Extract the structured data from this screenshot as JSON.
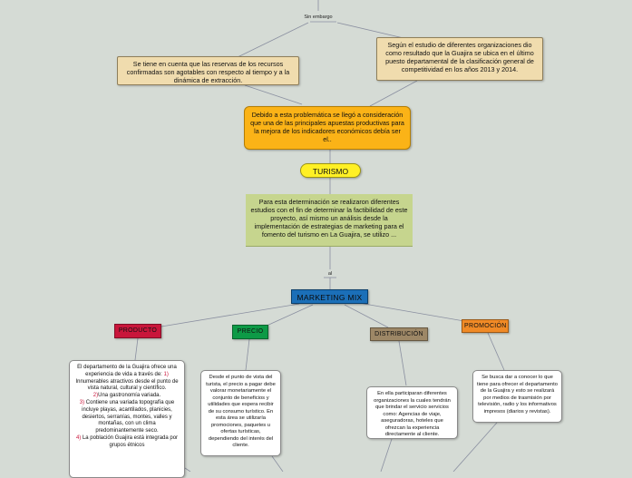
{
  "connector_label": "Sin embargo",
  "mix_connector_label": "al",
  "node_reserves": "Se tiene en cuenta que las reservas de los recursos confirmadas son agotables con respecto al tiempo y a la dinámica de extracción.",
  "node_study": "Según el estudio de diferentes organizaciones dio como resultado que la Guajira se ubica en el último puesto departamental de la clasificación general de competitividad en los años 2013 y 2014.",
  "node_problem": "Debido a esta problemática se llegó a consideración que una de las principales apuestas productivas para la mejora de los indicadores económicos debía ser el..",
  "node_tourism": "TURISMO",
  "node_determination": "Para esta determinación se realizaron diferentes estudios con el fin de determinar la factibilidad de este proyecto, así mismo un análisis desde la implementación de estrategias de marketing para el fomento del turismo en La Guajira, se utilizo ...",
  "node_mix": "MARKETING MIX",
  "categories": {
    "producto": "PRODUCTO",
    "precio": "PRECIO",
    "distribucion": "DISTRIBUCIÓN",
    "promocion": "PROMOCIÓN"
  },
  "producto_card": {
    "intro": "El departamento de la Guajira ofrece una experiencia de vida a través de:",
    "n1": "1)",
    "t1": "Innumerables atractivos desde el punto de vista natural, cultural y científico.",
    "n2": "2)",
    "t2": "Una gastronomía variada.",
    "n3": "3)",
    "t3": "Contiene una variada topografía que incluye playas, acantilados, planicies, desiertos, serranías, montes, valles y montañas, con un clima predominantemente seco.",
    "n4": "4)",
    "t4": "La población Guajira está integrada por grupos étnicos"
  },
  "precio_card": "Desde el punto de vista del turista, el precio a pagar debe valorar monetariamente el conjunto de beneficios y utilidades que espera recibir de su consumo turístico. En esta área se utilizaría promociones, paquetes u ofertas turísticas, dependiendo del interés del cliente.",
  "distribucion_card": "En ella participaran diferentes organizaciones la cuales tendrán que brindar el servicio servicios como: Agencias de viaje, aseguradoras, hoteles que ofrezcan la experiencia directamente al cliente.",
  "promocion_card": "Se busca dar a conocer lo que tiene para ofrecer el departamento de la Guajira y esto se realizará por medios de trasmisión por televisión, radio y los informativos impresos (diarios y revistas).",
  "colors": {
    "background": "#d5dbd5",
    "core": "#fbb317",
    "tourism": "#fff025",
    "determination": "#c6d58e",
    "mix": "#1b6fb8",
    "producto": "#c9163b",
    "precio": "#0d9a46",
    "distribucion": "#9d8766",
    "promocion": "#f08a26"
  }
}
